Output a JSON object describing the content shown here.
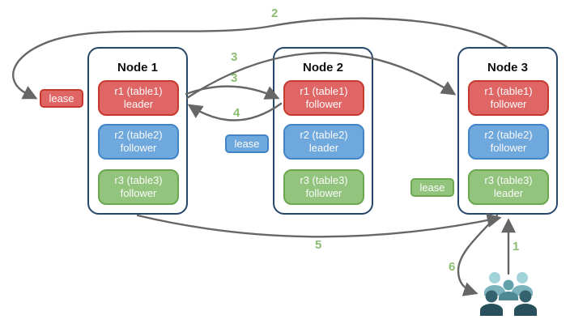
{
  "nodes": [
    {
      "title": "Node 1",
      "replicas": [
        {
          "name": "r1 (table1)",
          "role": "leader",
          "color": "red"
        },
        {
          "name": "r2 (table2)",
          "role": "follower",
          "color": "blue"
        },
        {
          "name": "r3 (table3)",
          "role": "follower",
          "color": "green"
        }
      ]
    },
    {
      "title": "Node 2",
      "replicas": [
        {
          "name": "r1 (table1)",
          "role": "follower",
          "color": "red"
        },
        {
          "name": "r2 (table2)",
          "role": "leader",
          "color": "blue"
        },
        {
          "name": "r3 (table3)",
          "role": "follower",
          "color": "green"
        }
      ]
    },
    {
      "title": "Node 3",
      "replicas": [
        {
          "name": "r1 (table1)",
          "role": "follower",
          "color": "red"
        },
        {
          "name": "r2 (table2)",
          "role": "follower",
          "color": "blue"
        },
        {
          "name": "r3 (table3)",
          "role": "leader",
          "color": "green"
        }
      ]
    }
  ],
  "leases": [
    {
      "label": "lease",
      "color": "red"
    },
    {
      "label": "lease",
      "color": "blue"
    },
    {
      "label": "lease",
      "color": "green"
    }
  ],
  "arrow_labels": {
    "step1": "1",
    "step2": "2",
    "step3_far": "3",
    "step3_near": "3",
    "step4": "4",
    "step5": "5",
    "step6": "6"
  },
  "colors": {
    "replica_red": "#E06666",
    "replica_red_border": "#C6392F",
    "replica_blue": "#6FA8DC",
    "replica_blue_border": "#4185C8",
    "replica_green": "#93C47D",
    "replica_green_border": "#6BA84F",
    "node_border": "#274769",
    "arrow_gray": "#666666",
    "step_label_green": "#8CBE72",
    "users_light_head": "#A2D3D8",
    "users_light_body": "#7AB3BB",
    "users_mid_head": "#62A0AB",
    "users_mid_body": "#4E8A96",
    "users_dark_head": "#35626F",
    "users_dark_body": "#27505C"
  }
}
